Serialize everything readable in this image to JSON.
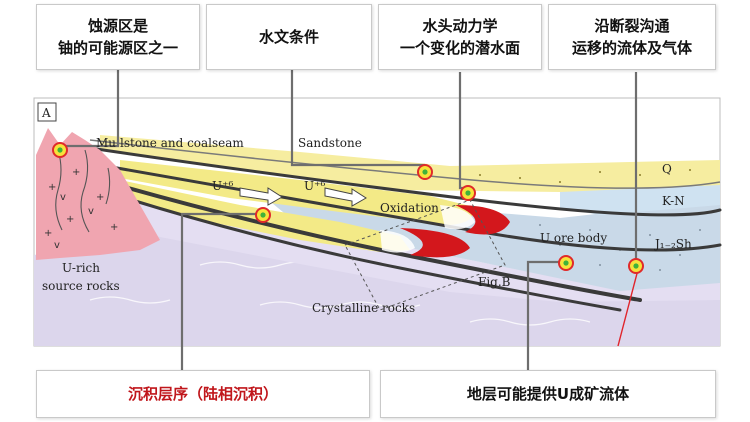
{
  "callouts": {
    "top1": [
      "蚀源区是",
      "铀的可能源区之一"
    ],
    "top2": "水文条件",
    "top3": [
      "水头动力学",
      "一个变化的潜水面"
    ],
    "top4": [
      "沿断裂沟通",
      "运移的流体及气体"
    ],
    "bottom1": "沉积层序（陆相沉积）",
    "bottom2": "地层可能提供U成矿流体"
  },
  "diagram": {
    "panel": "A",
    "labels": {
      "mu": "Mu",
      "coal": "lstone and coalseam",
      "sandstone": "Sandstone",
      "oxidation": "Oxidation",
      "uore": "U ore body",
      "q": "Q",
      "kn": "K-N",
      "jsh": "J₁₋₂Sh",
      "urich1": "U-rich",
      "urich2": "source rocks",
      "crystalline": "Crystalline rocks",
      "figb": "Fig.B",
      "u6a": "U⁺⁶",
      "u6b": "U⁺⁶"
    }
  },
  "colors": {
    "accent_red": "#c0161b",
    "sandstone": "#f3ea87",
    "granite": "#f0a5b0",
    "crystalline": "#d9d2ea",
    "shale": "#c7d7e6"
  }
}
